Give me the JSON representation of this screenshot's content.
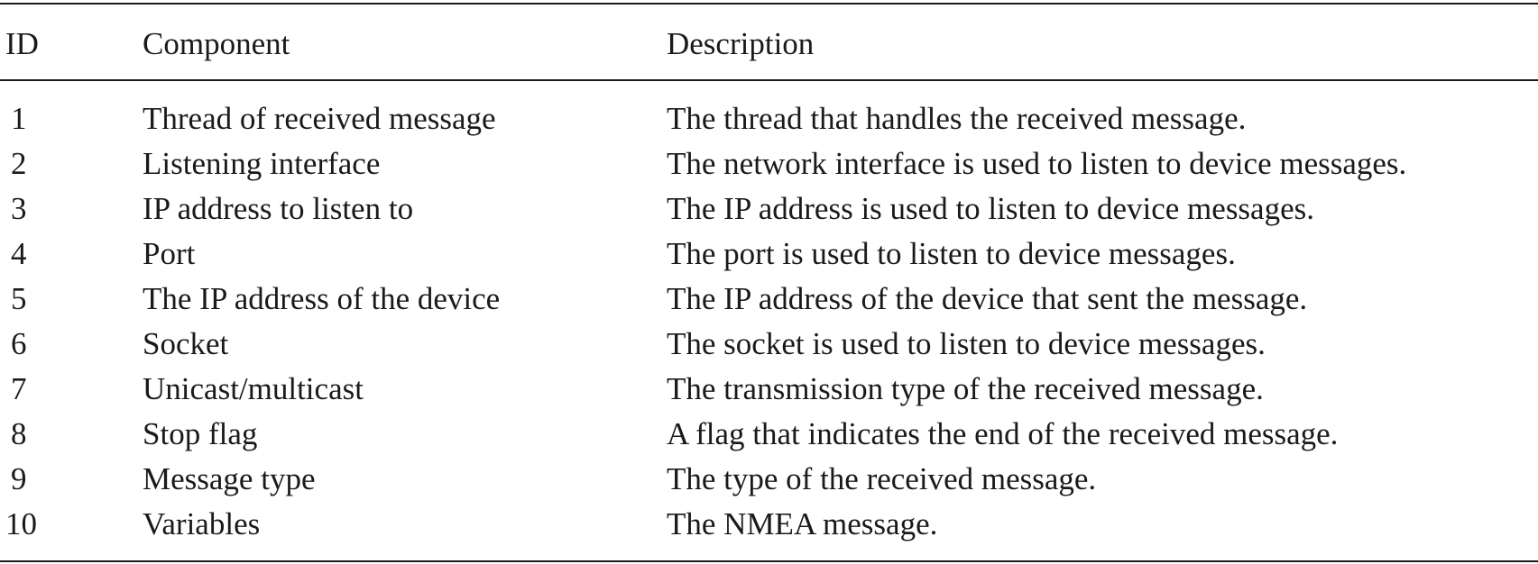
{
  "table": {
    "headers": {
      "id": "ID",
      "component": "Component",
      "description": "Description"
    },
    "rows": [
      {
        "id": "1",
        "component": "Thread of received message",
        "description": "The thread that handles the received message."
      },
      {
        "id": "2",
        "component": "Listening interface",
        "description": "The network interface is used to listen to device messages."
      },
      {
        "id": "3",
        "component": "IP address to listen to",
        "description": "The IP address is used to listen to device messages."
      },
      {
        "id": "4",
        "component": "Port",
        "description": "The port is used to listen to device messages."
      },
      {
        "id": "5",
        "component": "The IP address of the device",
        "description": "The IP address of the device that sent the message."
      },
      {
        "id": "6",
        "component": "Socket",
        "description": "The socket is used to listen to device messages."
      },
      {
        "id": "7",
        "component": "Unicast/multicast",
        "description": "The transmission type of the received message."
      },
      {
        "id": "8",
        "component": "Stop flag",
        "description": "A flag that indicates the end of the received message."
      },
      {
        "id": "9",
        "component": "Message type",
        "description": "The type of the received message."
      },
      {
        "id": "10",
        "component": "Variables",
        "description": "The NMEA message."
      }
    ]
  }
}
